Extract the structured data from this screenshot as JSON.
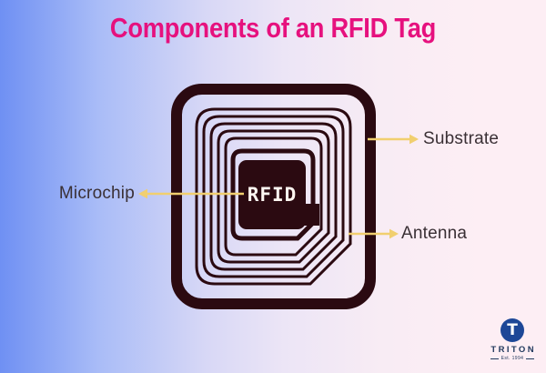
{
  "title": "Components of an RFID Tag",
  "diagram": {
    "chip_label": "RFID",
    "labels": {
      "substrate": "Substrate",
      "microchip": "Microchip",
      "antenna": "Antenna"
    }
  },
  "logo": {
    "brand": "TRITON",
    "tagline": "Est. 1994"
  },
  "colors": {
    "background_left": "#6f90f3",
    "background_right": "#fdeef4",
    "title": "#e6117e",
    "tag": "#2b0a11",
    "arrow": "#f1cf6f",
    "label_text": "#3a3035",
    "logo_blue": "#1d4797",
    "logo_navy": "#223a5e"
  }
}
